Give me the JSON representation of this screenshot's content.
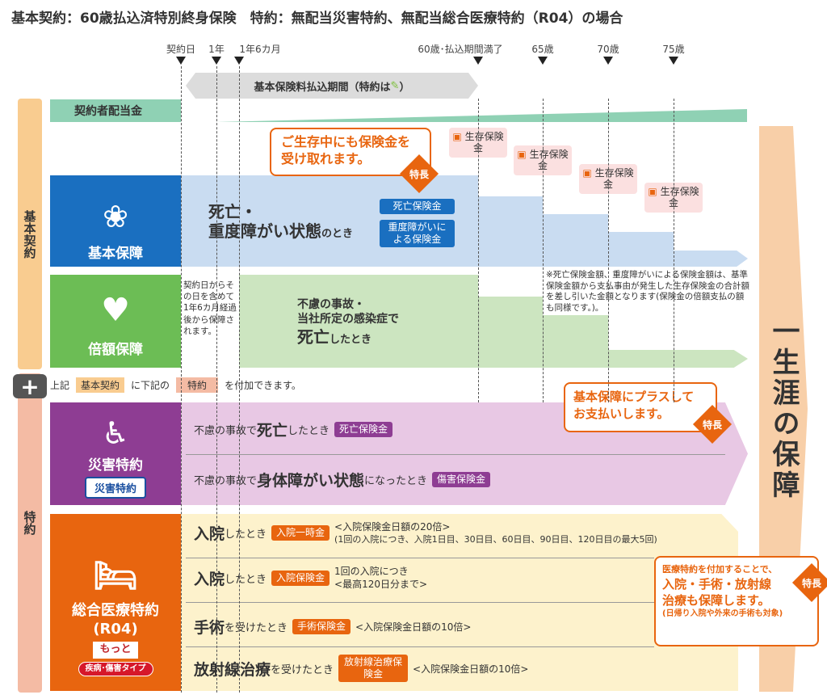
{
  "title": "基本契約：60歳払込済特別終身保険　特約：無配当災害特約、無配当総合医療特約（R04）の場合",
  "timeline": [
    "契約日",
    "1年",
    "1年6カ月",
    "60歳･払込期間満了",
    "65歳",
    "70歳",
    "75歳"
  ],
  "premium_period": "基本保険料払込期間（特約は",
  "premium_period_end": "）",
  "dividend": "契約者配当金",
  "side": {
    "basic": "基本契約",
    "rider": "特約"
  },
  "callout1": {
    "line1": "ご生存中にも保険金を",
    "line2": "受け取れます。",
    "tag": "特長"
  },
  "survival": [
    "生存保険金",
    "生存保険金",
    "生存保険金",
    "生存保険金"
  ],
  "basic": {
    "label": "基本保障",
    "text1": "死亡・",
    "text2": "重度障がい状態",
    "text3": "のとき",
    "badge1": "死亡保険金",
    "badge2": "重度障がいによる保険金"
  },
  "note": "※死亡保険金額、重度障がいによる保険金額は、基準保険金額から支払事由が発生した生存保険金の合計額を差し引いた金額となります(保険金の倍額支払の額も同様です。)。",
  "double": {
    "label": "倍額保障",
    "wait": "契約日からその日を含めて1年6カ月経過後から保障されます。",
    "text1": "不慮の事故・",
    "text2": "当社所定の感染症で",
    "text3": "死亡",
    "text4": "したとき"
  },
  "plus": {
    "pre": "上記",
    "basic": "基本契約",
    "mid": "に下記の",
    "rider": "特約",
    "post": "を付加できます。"
  },
  "callout2": {
    "line1": "基本保障にプラスして",
    "line2": "お支払いします。",
    "tag": "特長"
  },
  "disaster": {
    "label": "災害特約",
    "sublabel": "災害特約",
    "r1a": "不慮の事故で",
    "r1b": "死亡",
    "r1c": "したとき",
    "r1badge": "死亡保険金",
    "r2a": "不慮の事故で",
    "r2b": "身体障がい状態",
    "r2c": "になったとき",
    "r2badge": "傷害保険金"
  },
  "medical": {
    "label": "総合医療特約",
    "label2": "(R04)",
    "logo": "もっと",
    "type": "疾病･傷害タイプ",
    "rows": [
      {
        "a": "入院",
        "b": "したとき",
        "badge": "入院一時金",
        "n1": "<入院保険金日額の20倍>",
        "n2": "(1回の入院につき、入院1日目、30日目、60日目、90日目、120日目の最大5回)"
      },
      {
        "a": "入院",
        "b": "したとき",
        "badge": "入院保険金",
        "n1": "1回の入院につき",
        "n2": "<最高120日分まで>"
      },
      {
        "a": "手術",
        "b": "を受けたとき",
        "badge": "手術保険金",
        "n1": "<入院保険金日額の10倍>",
        "n2": ""
      },
      {
        "a": "放射線治療",
        "b": "を受けたとき",
        "badge": "放射線治療保険金",
        "n1": "<入院保険金日額の10倍>",
        "n2": ""
      }
    ]
  },
  "callout3": {
    "line1": "医療特約を付加することで、",
    "line2": "入院・手術・放射線",
    "line3": "治療も保障します。",
    "line4": "(日帰り入院や外来の手術も対象)",
    "tag": "特長"
  },
  "lifetime": "一生涯の保障"
}
